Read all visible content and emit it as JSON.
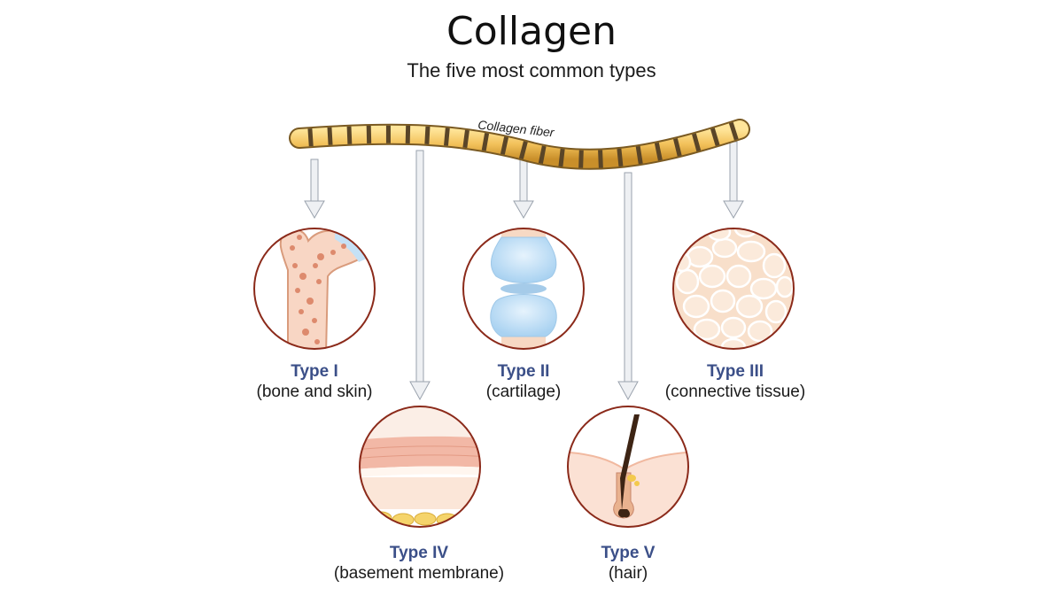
{
  "title": "Collagen",
  "subtitle": "The five most common types",
  "fiber_label": "Collagen fiber",
  "colors": {
    "type_label": "#3b4f88",
    "circle_border": "#8b2a1a",
    "arrow_fill": "#eef0f3",
    "arrow_stroke": "#9aa2ad",
    "fiber": "#f2c15a",
    "fiber_band": "#5a4527"
  },
  "types": [
    {
      "name": "Type I",
      "desc": "(bone and skin)",
      "icon": "bone-icon"
    },
    {
      "name": "Type II",
      "desc": "(cartilage)",
      "icon": "cartilage-joint-icon"
    },
    {
      "name": "Type III",
      "desc": "(connective tissue)",
      "icon": "connective-tissue-icon"
    },
    {
      "name": "Type IV",
      "desc": "(basement membrane)",
      "icon": "basement-membrane-icon"
    },
    {
      "name": "Type V",
      "desc": "(hair)",
      "icon": "hair-follicle-icon"
    }
  ]
}
